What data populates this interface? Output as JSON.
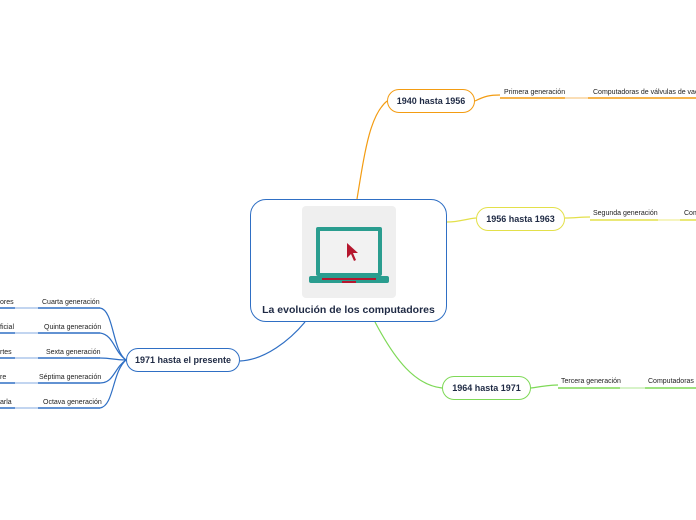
{
  "central": {
    "title": "La evolución de los computadores",
    "image": "laptop-cursor-icon"
  },
  "branches": [
    {
      "label": "1940 hasta 1956",
      "color": "#f39c12",
      "child": "Primera generación",
      "grandchild": "Computadoras de válvulas de vacío"
    },
    {
      "label": "1956 hasta 1963",
      "color": "#e3e04a",
      "child": "Segunda generación",
      "grandchild": "Com"
    },
    {
      "label": "1964 hasta 1971",
      "color": "#7ed957",
      "child": "Tercera generación",
      "grandchild": "Computadoras d"
    },
    {
      "label": "1971 hasta el presente",
      "color": "#2f6fc4",
      "children": [
        {
          "label": "Cuarta generación",
          "leaf": "ores"
        },
        {
          "label": "Quinta generación",
          "leaf": "ficial"
        },
        {
          "label": "Sexta generación",
          "leaf": "rtes"
        },
        {
          "label": "Séptima generación",
          "leaf": "re"
        },
        {
          "label": "Octava generación",
          "leaf": "arla"
        }
      ]
    }
  ]
}
